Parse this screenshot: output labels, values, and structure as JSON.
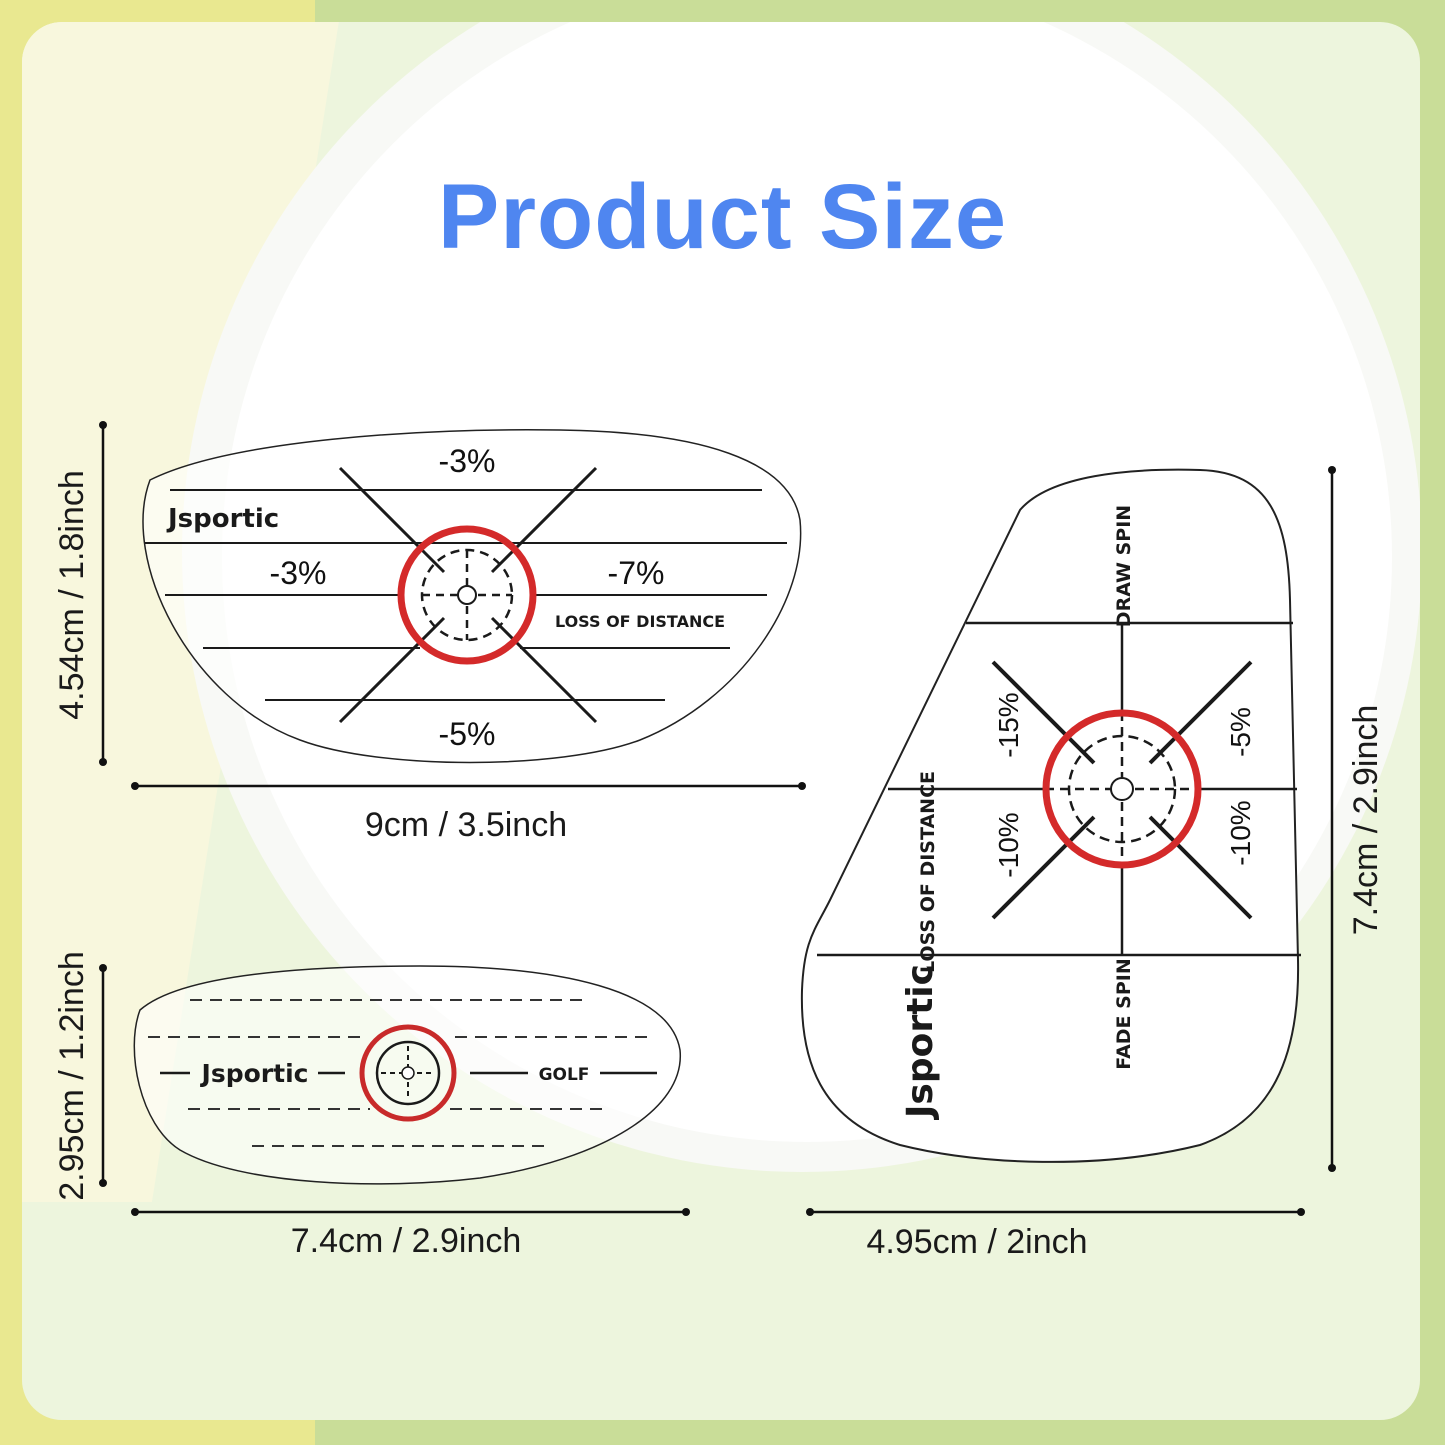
{
  "title": "Product Size",
  "colors": {
    "title": "#4f86f0",
    "target_ring": "#d42a2a",
    "outer_green": "#c9dd98",
    "outer_yellow": "#e9e890",
    "panel_green": "#edf5dd",
    "line": "#1a1a1a"
  },
  "sticker_large": {
    "brand": "Jsportic",
    "top_label": "-3%",
    "left_label": "-3%",
    "right_label": "-7%",
    "bottom_label": "-5%",
    "caption": "LOSS OF DISTANCE",
    "height_dim": "4.54cm / 1.8inch",
    "width_dim": "9cm / 3.5inch"
  },
  "sticker_small": {
    "brand": "Jsportic",
    "right_text": "GOLF",
    "height_dim": "2.95cm / 1.2inch",
    "width_dim": "7.4cm / 2.9inch"
  },
  "sticker_tall": {
    "brand": "Jsportic",
    "top_label": "DRAW SPIN",
    "bottom_label": "FADE SPIN",
    "side_label": "LOSS OF DISTANCE",
    "upper_left_pct": "-15%",
    "upper_right_pct": "-5%",
    "lower_left_pct": "-10%",
    "lower_right_pct": "-10%",
    "height_dim": "7.4cm / 2.9inch",
    "width_dim": "4.95cm / 2inch"
  }
}
